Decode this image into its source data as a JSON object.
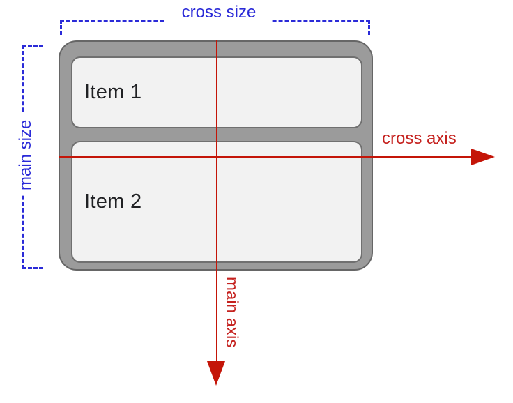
{
  "labels": {
    "cross_size": "cross size",
    "main_size": "main size",
    "cross_axis": "cross axis",
    "main_axis": "main axis"
  },
  "container": {
    "items": [
      {
        "label": "Item 1"
      },
      {
        "label": "Item 2"
      }
    ]
  },
  "colors": {
    "measure_blue": "#2b2bd8",
    "axis_red": "#c5221f",
    "line_red": "#c41508",
    "container_fill": "#9b9b9b",
    "container_border": "#666666",
    "item_fill": "#f2f2f2",
    "item_border": "#707070",
    "item_text": "#202124",
    "background": "#ffffff"
  }
}
